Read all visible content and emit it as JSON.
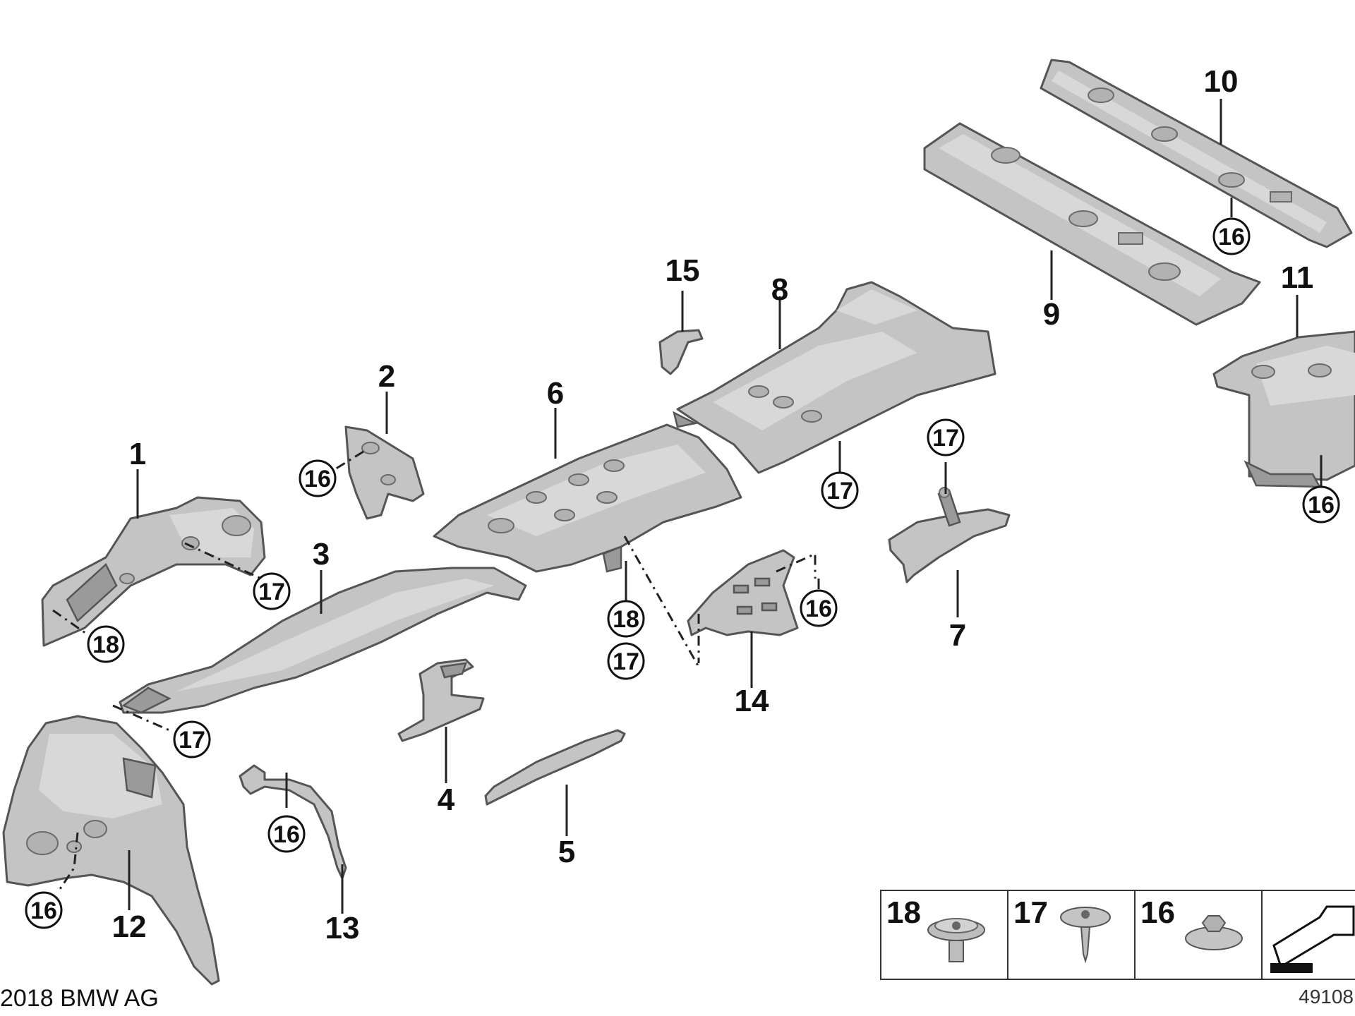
{
  "diagram": {
    "part_numbers": [
      "1",
      "2",
      "3",
      "4",
      "5",
      "6",
      "7",
      "8",
      "9",
      "10",
      "11",
      "12",
      "13",
      "14",
      "15"
    ],
    "fastener_callouts": [
      "16",
      "17",
      "18"
    ],
    "legend": [
      {
        "number": "18",
        "icon": "push-clip-icon"
      },
      {
        "number": "17",
        "icon": "screw-icon"
      },
      {
        "number": "16",
        "icon": "hex-nut-icon"
      },
      {
        "number": "",
        "icon": "arrow-symbol-icon"
      }
    ],
    "copyright": "2018 BMW AG",
    "diagram_id": "49108"
  }
}
